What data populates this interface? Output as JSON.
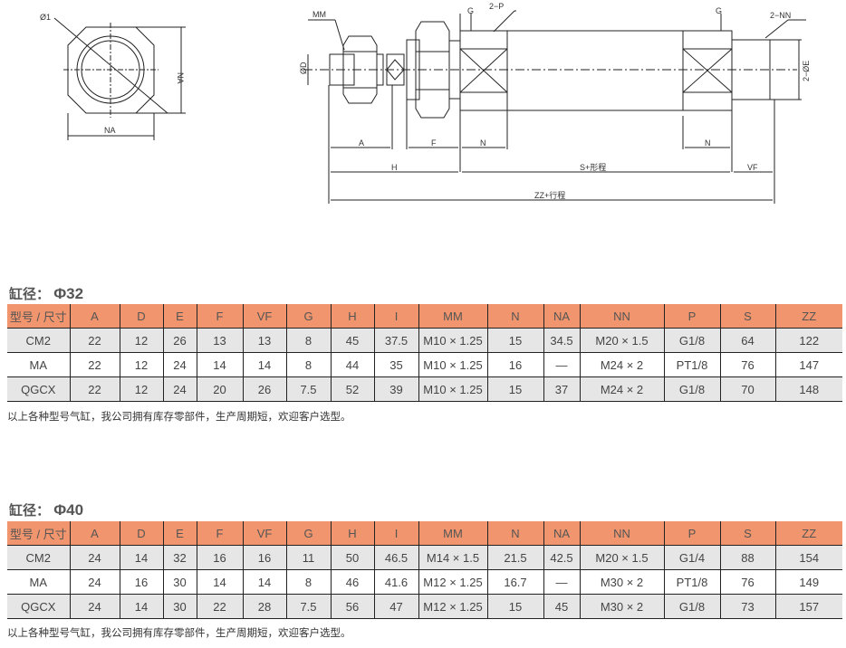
{
  "drawing": {
    "end_view": {
      "dia_label": "Ø1",
      "na_h": "NA",
      "na_v": "NA"
    },
    "side_view": {
      "mm": "MM",
      "d": "ØD",
      "g1": "G",
      "p": "2−P",
      "g2": "G",
      "nn": "2−NN",
      "e": "2−ØE",
      "a": "A",
      "f": "F",
      "n1": "N",
      "n2": "N",
      "h": "H",
      "s": "S+形程",
      "vf": "VF",
      "zz": "ZZ+行程"
    }
  },
  "columns": [
    "型号 / 尺寸",
    "A",
    "D",
    "E",
    "F",
    "VF",
    "G",
    "H",
    "I",
    "MM",
    "N",
    "NA",
    "NN",
    "P",
    "S",
    "ZZ"
  ],
  "tables": [
    {
      "title_prefix": "缸径：",
      "title_bore": "Φ32",
      "rows": [
        [
          "CM2",
          "22",
          "12",
          "26",
          "13",
          "13",
          "8",
          "45",
          "37.5",
          "M10 × 1.25",
          "15",
          "34.5",
          "M20 × 1.5",
          "G1/8",
          "64",
          "122"
        ],
        [
          "MA",
          "22",
          "12",
          "24",
          "14",
          "14",
          "8",
          "44",
          "35",
          "M10 × 1.25",
          "16",
          "—",
          "M24 × 2",
          "PT1/8",
          "76",
          "147"
        ],
        [
          "QGCX",
          "22",
          "12",
          "24",
          "20",
          "26",
          "7.5",
          "52",
          "39",
          "M10 × 1.25",
          "15",
          "37",
          "M24 × 2",
          "G1/8",
          "70",
          "148"
        ]
      ],
      "note": "以上各种型号气缸，我公司拥有库存零部件，生产周期短，欢迎客户选型。"
    },
    {
      "title_prefix": "缸径：",
      "title_bore": "Φ40",
      "rows": [
        [
          "CM2",
          "24",
          "14",
          "32",
          "16",
          "16",
          "11",
          "50",
          "46.5",
          "M14 × 1.5",
          "21.5",
          "42.5",
          "M20 × 1.5",
          "G1/4",
          "88",
          "154"
        ],
        [
          "MA",
          "24",
          "16",
          "30",
          "14",
          "14",
          "8",
          "46",
          "41.6",
          "M12 × 1.25",
          "16.7",
          "—",
          "M30 × 2",
          "PT1/8",
          "76",
          "149"
        ],
        [
          "QGCX",
          "24",
          "14",
          "30",
          "22",
          "28",
          "7.5",
          "56",
          "47",
          "M12 × 1.25",
          "15",
          "45",
          "M30 × 2",
          "G1/8",
          "73",
          "157"
        ]
      ],
      "note": "以上各种型号气缸，我公司拥有库存零部件，生产周期短，欢迎客户选型。"
    }
  ],
  "colors": {
    "header": "#f0956d",
    "stripe": "#e6e6e6"
  }
}
